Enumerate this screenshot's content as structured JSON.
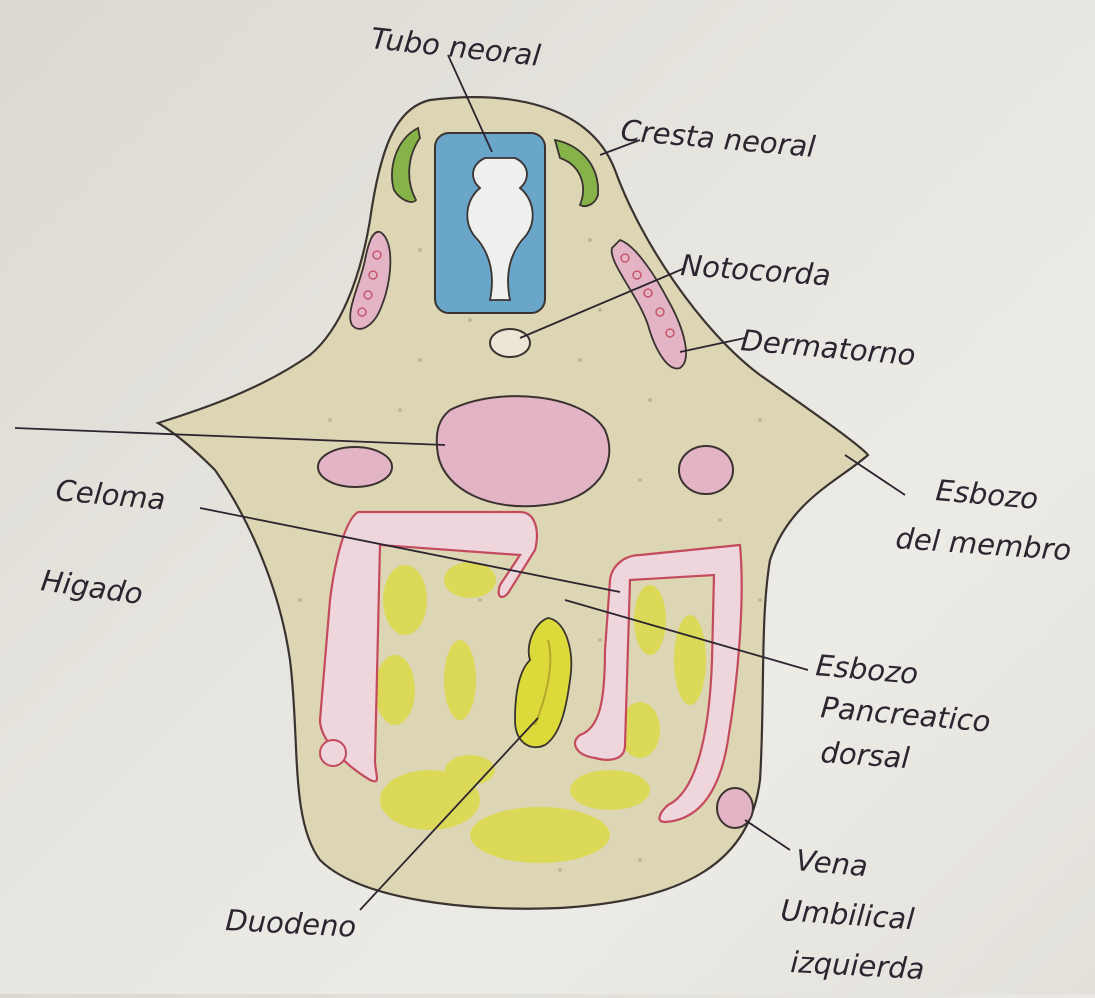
{
  "labels": {
    "tubo_neoral": "Tubo neoral",
    "cresta_neoral": "Cresta neoral",
    "notocorda": "Notocorda",
    "dermatorno": "Dermatorno",
    "esbozo_membro_1": "Esbozo",
    "esbozo_membro_2": "del membro",
    "celoma": "Celoma",
    "higado": "Higado",
    "esbozo_pancreatico_1": "Esbozo",
    "esbozo_pancreatico_2": "Pancreatico",
    "esbozo_pancreatico_3": "dorsal",
    "duodeno": "Duodeno",
    "vena_1": "Vena",
    "vena_2": "Umbilical",
    "vena_3": "izquierda"
  },
  "colors": {
    "body_fill": "#ddd6b4",
    "neural_tube": "#6aa6c9",
    "neural_crest": "#86b24a",
    "pink": "#e3b3c6",
    "red_outline": "#c44a5e",
    "yellow": "#dcd93a",
    "ink": "#2b2530"
  }
}
